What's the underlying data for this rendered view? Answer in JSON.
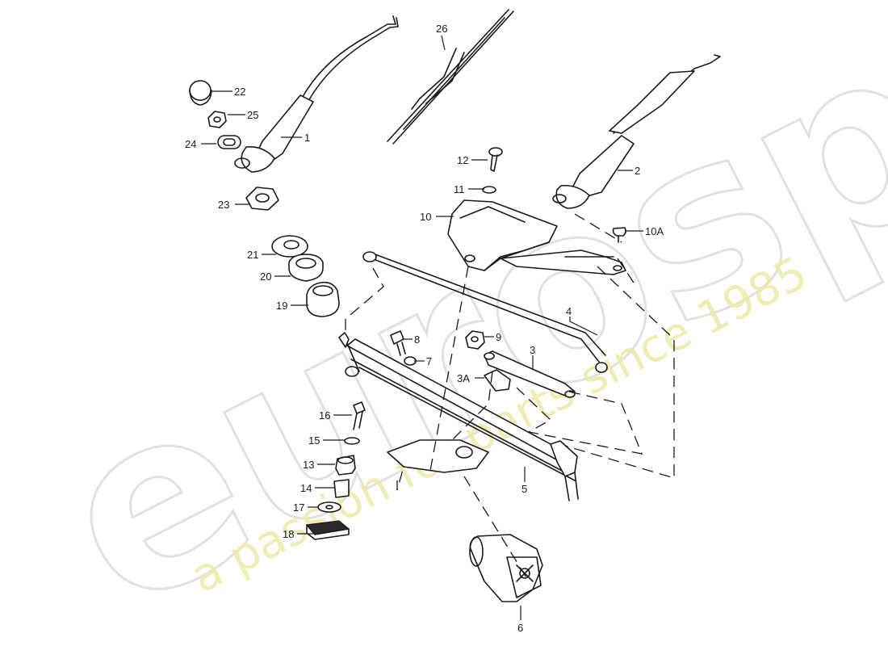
{
  "watermark": {
    "brand": "eurospares",
    "tagline": "a passion for parts since 1985"
  },
  "callouts": {
    "c1": "1",
    "c2": "2",
    "c3": "3",
    "c3a": "3A",
    "c4": "4",
    "c5": "5",
    "c6": "6",
    "c7": "7",
    "c8": "8",
    "c9": "9",
    "c10": "10",
    "c10a": "10A",
    "c11": "11",
    "c12": "12",
    "c13": "13",
    "c14": "14",
    "c15": "15",
    "c16": "16",
    "c17": "17",
    "c18": "18",
    "c19": "19",
    "c20": "20",
    "c21": "21",
    "c22": "22",
    "c23": "23",
    "c24": "24",
    "c25": "25",
    "c26": "26"
  }
}
